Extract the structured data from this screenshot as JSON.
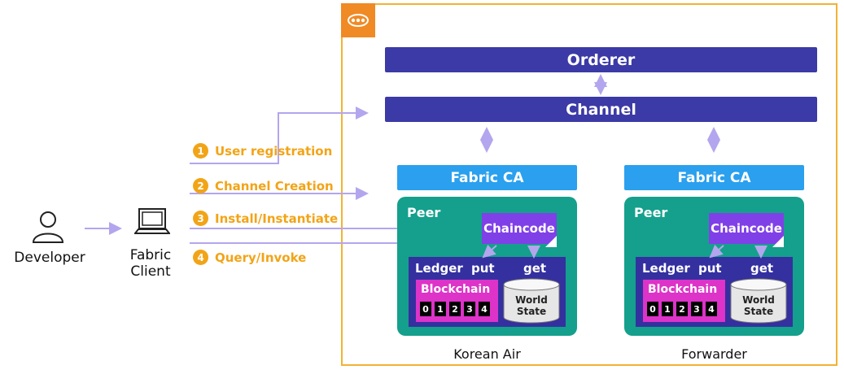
{
  "orderer": "Orderer",
  "channel": "Channel",
  "actors": {
    "developer": "Developer",
    "fabric_client_line1": "Fabric",
    "fabric_client_line2": "Client"
  },
  "steps": [
    {
      "num": "1",
      "label": "User registration"
    },
    {
      "num": "2",
      "label": "Channel Creation"
    },
    {
      "num": "3",
      "label": "Install/Instantiate"
    },
    {
      "num": "4",
      "label": "Query/Invoke"
    }
  ],
  "orgs": [
    {
      "name": "Korean Air",
      "ca": "Fabric CA",
      "peer": "Peer",
      "chaincode": "Chaincode",
      "ledger": "Ledger",
      "put": "put",
      "get": "get",
      "blockchain": "Blockchain",
      "blocks": [
        "0",
        "1",
        "2",
        "3",
        "4"
      ],
      "world_state_line1": "World",
      "world_state_line2": "State"
    },
    {
      "name": "Forwarder",
      "ca": "Fabric CA",
      "peer": "Peer",
      "chaincode": "Chaincode",
      "ledger": "Ledger",
      "put": "put",
      "get": "get",
      "blockchain": "Blockchain",
      "blocks": [
        "0",
        "1",
        "2",
        "3",
        "4"
      ],
      "world_state_line1": "World",
      "world_state_line2": "State"
    }
  ],
  "colors": {
    "frame": "#f2b233",
    "badge": "#f08a24",
    "bar": "#3b3aa6",
    "ca": "#2aa0ee",
    "peer": "#14a08c",
    "chaincode": "#8040e8",
    "ledger": "#3430a0",
    "blockchain": "#dd33c8",
    "step": "#f2a417",
    "arrow": "#b3a6ee"
  },
  "icons": [
    "cloud-network-icon",
    "user-icon",
    "laptop-icon",
    "database-icon"
  ]
}
